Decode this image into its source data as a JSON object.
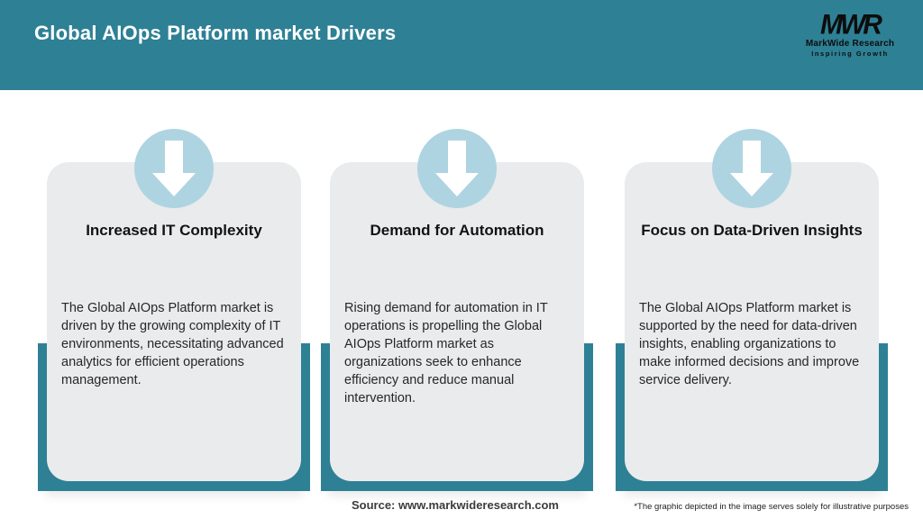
{
  "header": {
    "title": "Global AIOps Platform market Drivers",
    "logo": {
      "monogram": "MWR",
      "company": "MarkWide Research",
      "tagline": "Inspiring Growth"
    }
  },
  "cards": [
    {
      "icon": "down-arrow",
      "title": "Increased IT Complexity",
      "description": "The Global AIOps Platform market is driven by the growing complexity of IT environments, necessitating advanced analytics for efficient operations management."
    },
    {
      "icon": "down-arrow",
      "title": "Demand for Automation",
      "description": "Rising demand for automation in IT operations is propelling the Global AIOps Platform market as organizations seek to enhance efficiency and reduce manual intervention."
    },
    {
      "icon": "down-arrow",
      "title": "Focus on Data-Driven Insights",
      "description": "The Global AIOps Platform market is supported by the need for data-driven insights, enabling organizations to make informed decisions and improve service delivery."
    }
  ],
  "footer": {
    "source": "Source: www.markwideresearch.com",
    "disclaimer": "*The graphic depicted in the image serves solely for illustrative purposes"
  },
  "colors": {
    "teal": "#2e8095",
    "card_bg": "#e9ebec",
    "circle_bg": "#aed4e1",
    "arrow": "#ffffff"
  }
}
